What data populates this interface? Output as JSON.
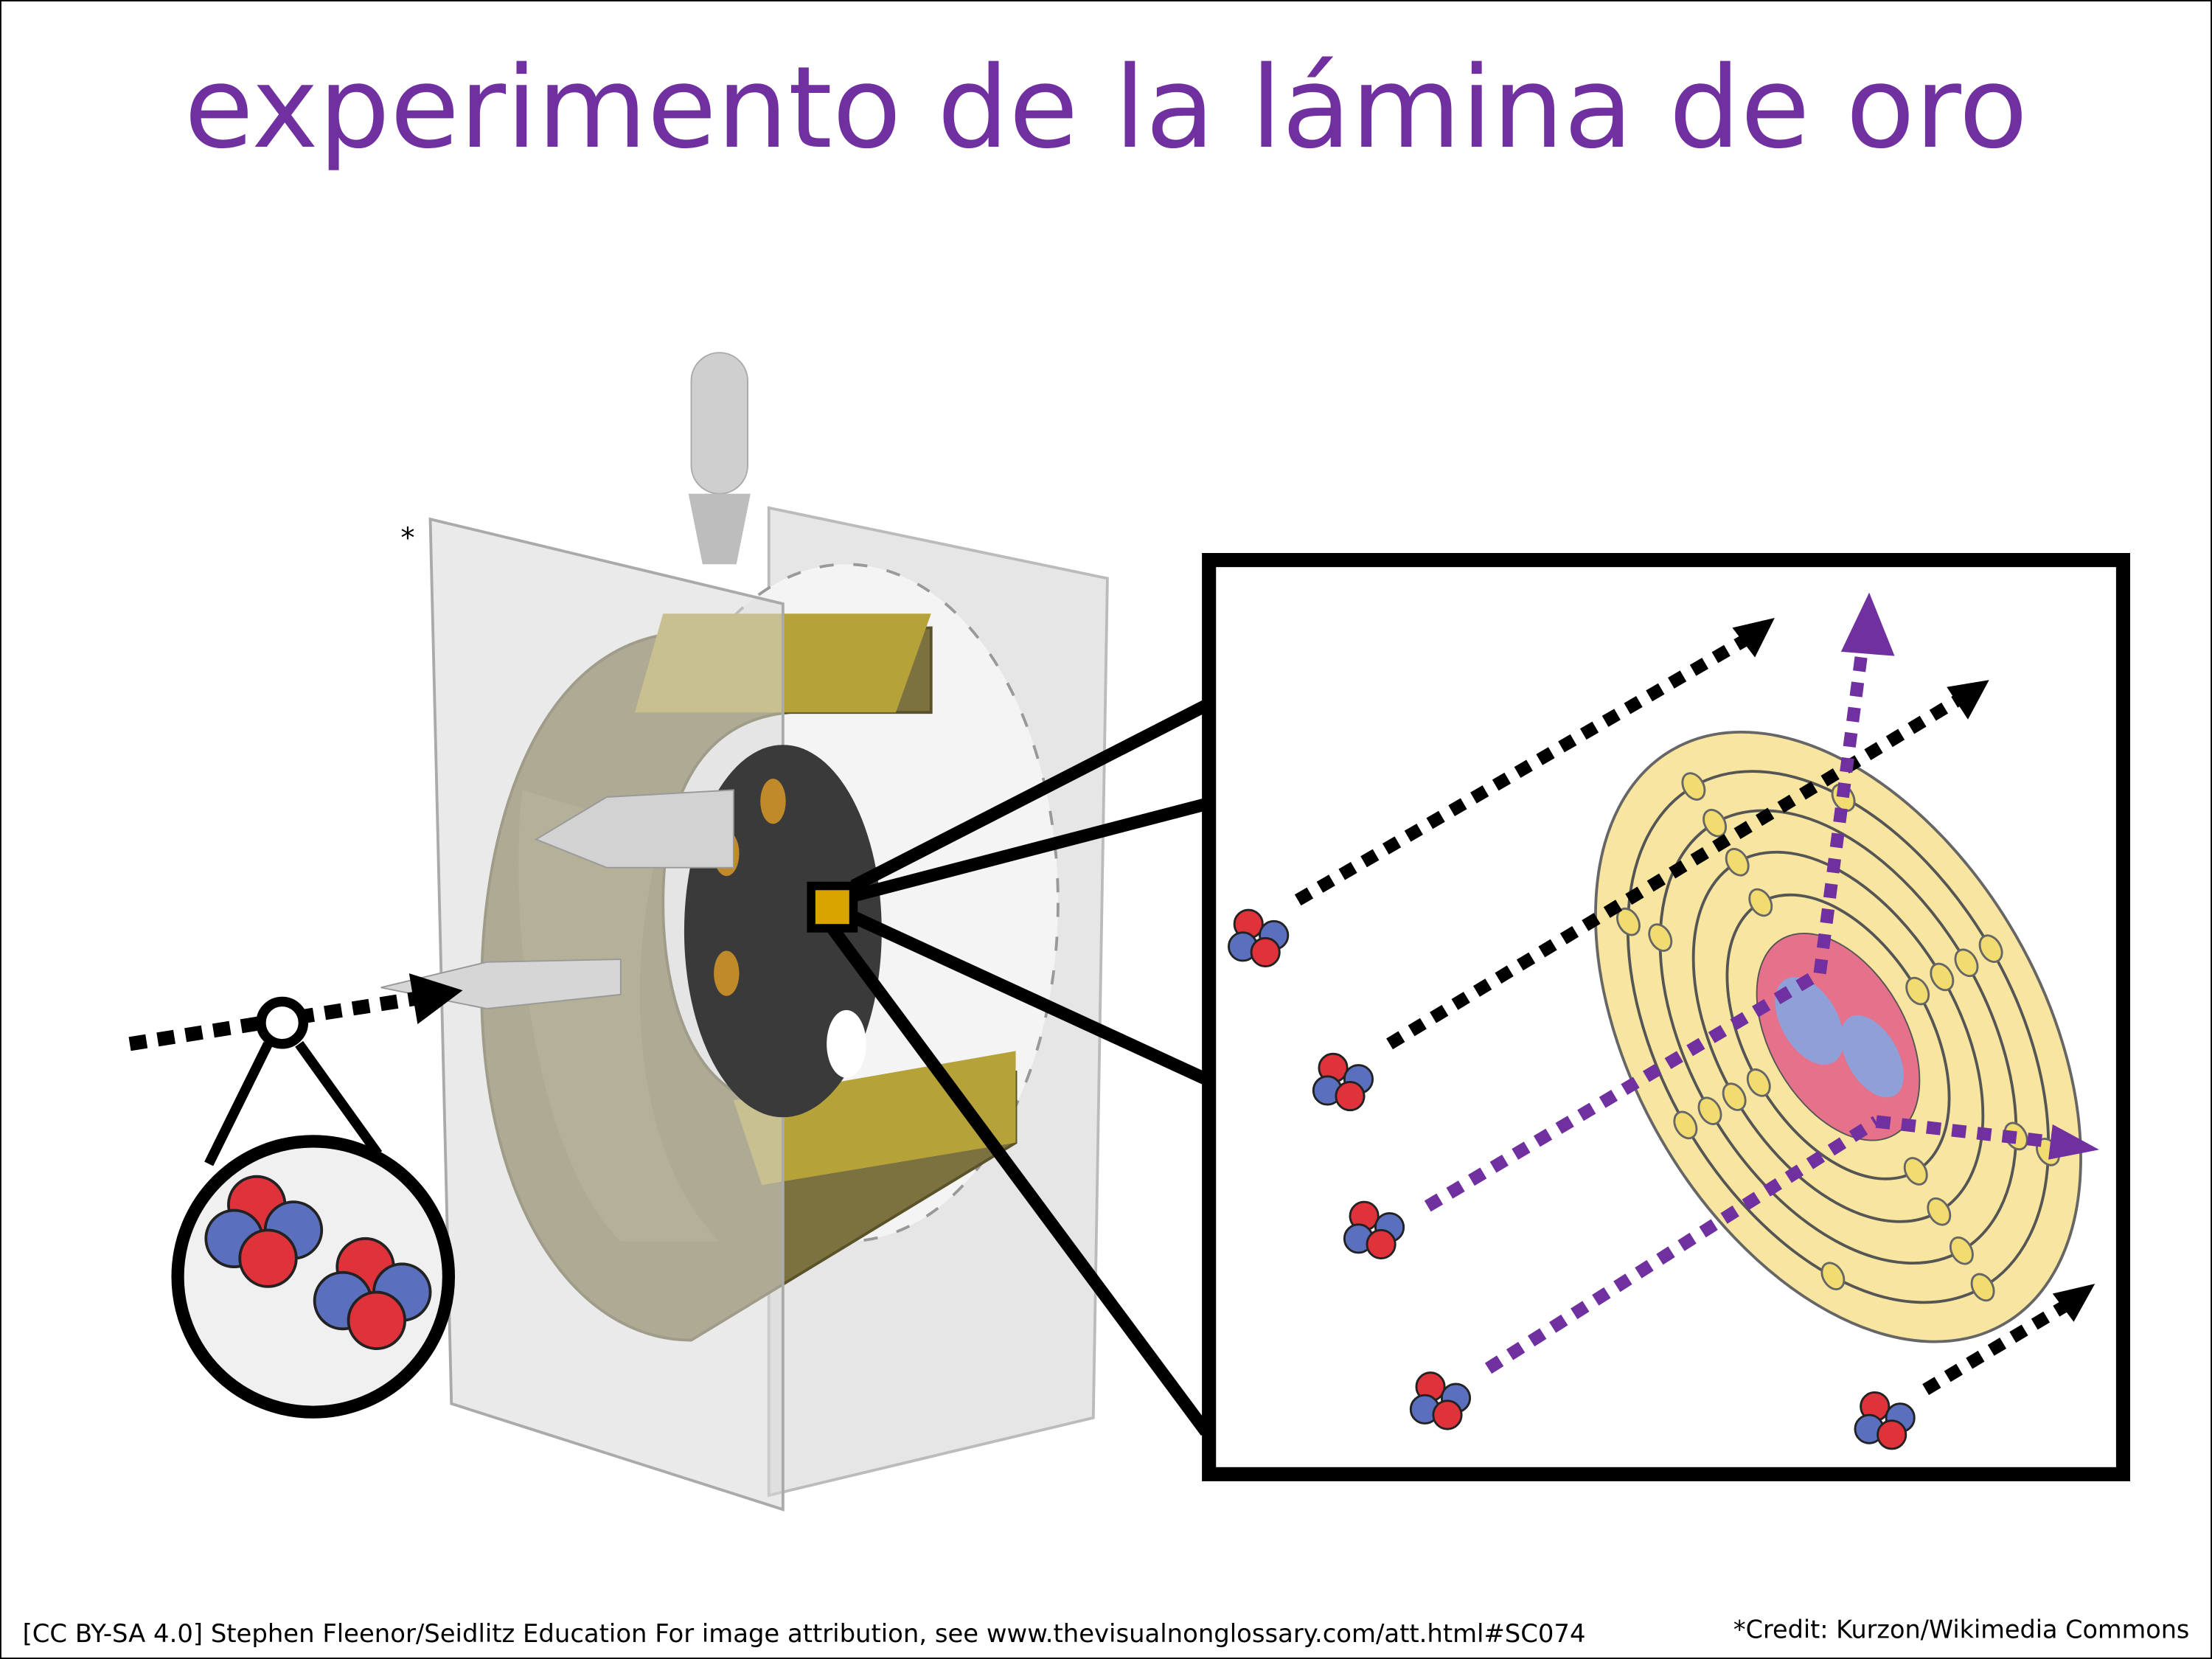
{
  "title": "experimento de la lámina de oro",
  "asterisk": "*",
  "footer": {
    "attribution": "[CC BY-SA 4.0] Stephen Fleenor/Seidlitz Education For image attribution, see www.thevisualnonglossary.com/att.html#SC074",
    "credit": "*Credit: Kurzon/Wikimedia Commons"
  },
  "colors": {
    "title": "#7030A0",
    "proton": "#e0323a",
    "neutron": "#5b6fbf",
    "gold": "#d9a400",
    "atom": "#f8e6a0",
    "deflected_path": "#7030A0"
  }
}
